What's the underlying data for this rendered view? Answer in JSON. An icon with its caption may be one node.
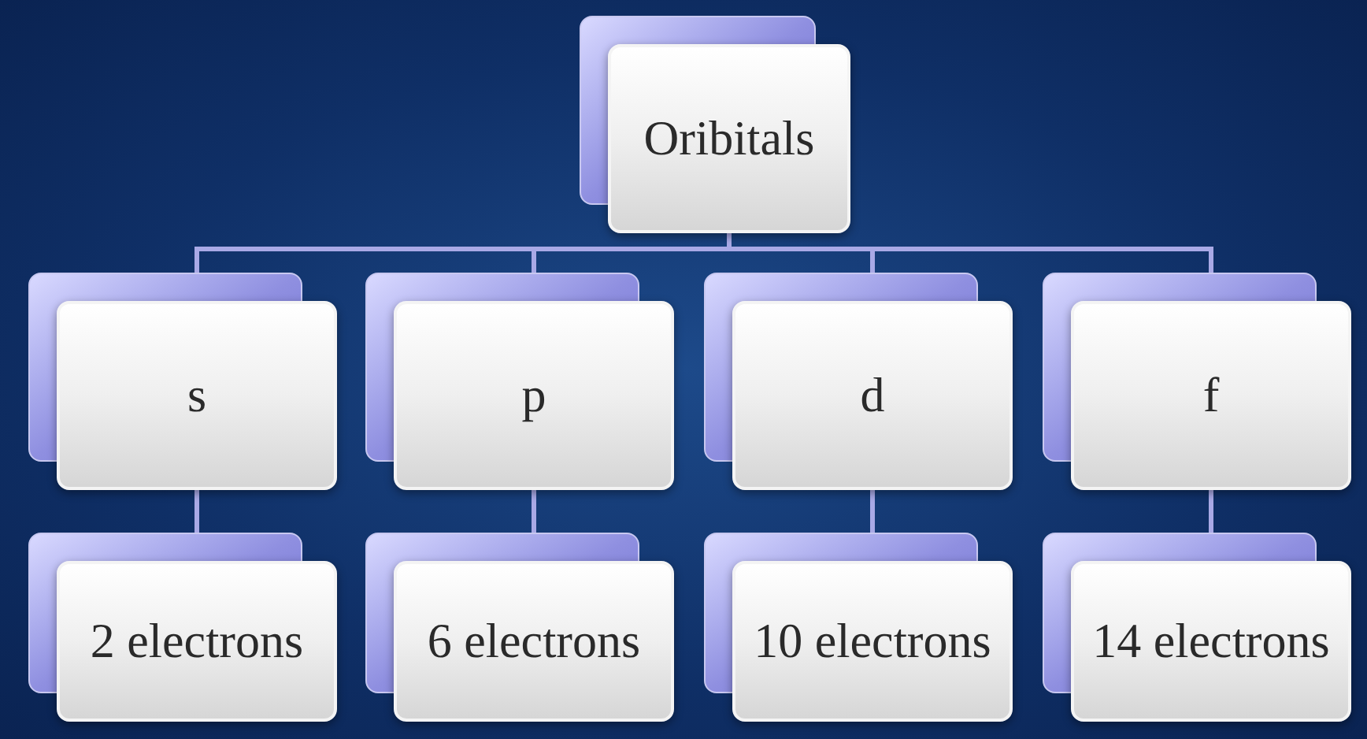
{
  "diagram": {
    "nodes": [
      {
        "text": [
          "Oribitals"
        ]
      },
      {
        "text": [
          "s"
        ]
      },
      {
        "text": [
          "p"
        ]
      },
      {
        "text": [
          "d"
        ]
      },
      {
        "text": [
          "f"
        ]
      },
      {
        "text": [
          "2 electrons"
        ]
      },
      {
        "text": [
          "6 electrons"
        ]
      },
      {
        "text": [
          "10 electrons"
        ]
      },
      {
        "text": [
          "14 electrons"
        ]
      }
    ],
    "edges": [
      {
        "from": 0,
        "to": 1,
        "arrow": "none"
      },
      {
        "from": 0,
        "to": 2,
        "arrow": "none"
      },
      {
        "from": 0,
        "to": 3,
        "arrow": "none"
      },
      {
        "from": 0,
        "to": 4,
        "arrow": "none"
      },
      {
        "from": 1,
        "to": 5,
        "arrow": "none"
      },
      {
        "from": 2,
        "to": 6,
        "arrow": "none"
      },
      {
        "from": 3,
        "to": 7,
        "arrow": "none"
      },
      {
        "from": 4,
        "to": 8,
        "arrow": "none"
      }
    ]
  }
}
